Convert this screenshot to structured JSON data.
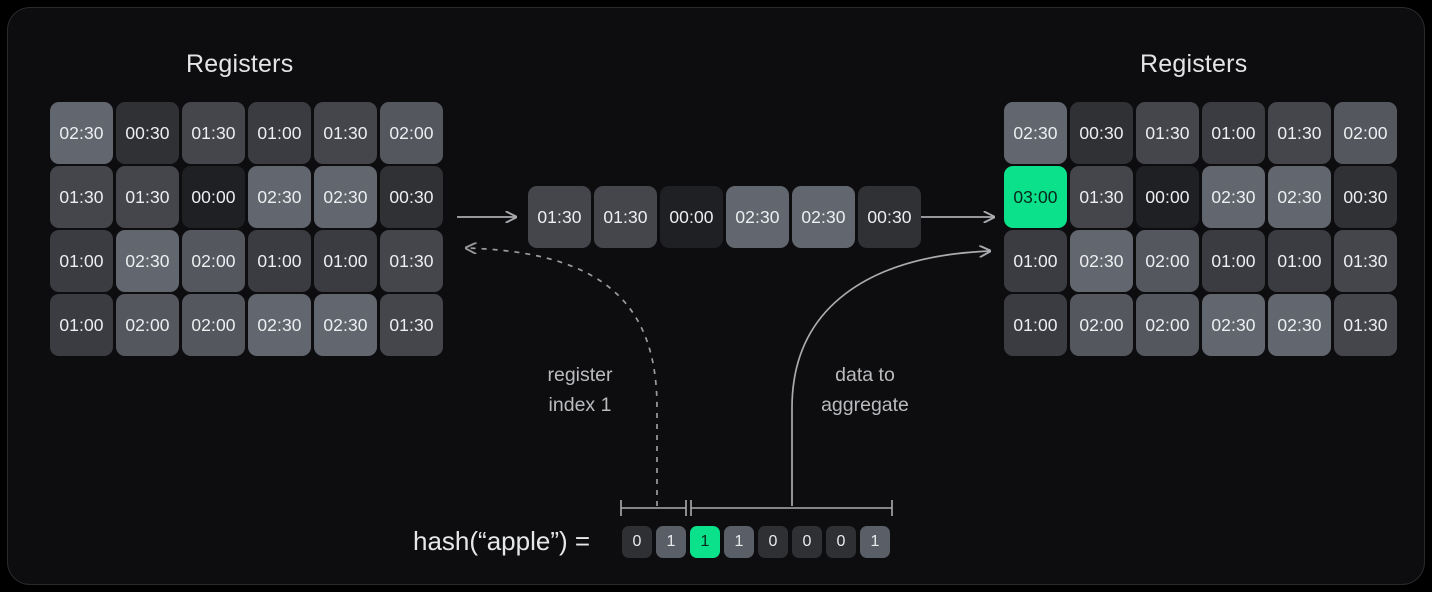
{
  "panel": {
    "background": "#0d0d0f",
    "accent": "#0be08a"
  },
  "left_registers": {
    "title": "Registers",
    "rows": [
      [
        "02:30",
        "00:30",
        "01:30",
        "01:00",
        "01:30",
        "02:00"
      ],
      [
        "01:30",
        "01:30",
        "00:00",
        "02:30",
        "02:30",
        "00:30"
      ],
      [
        "01:00",
        "02:30",
        "02:00",
        "01:00",
        "01:00",
        "01:30"
      ],
      [
        "01:00",
        "02:00",
        "02:00",
        "02:30",
        "02:30",
        "01:30"
      ]
    ]
  },
  "middle_strip": {
    "cells": [
      "01:30",
      "01:30",
      "00:00",
      "02:30",
      "02:30",
      "00:30"
    ],
    "highlighted_index": null
  },
  "right_registers": {
    "title": "Registers",
    "rows": [
      [
        "02:30",
        "00:30",
        "01:30",
        "01:00",
        "01:30",
        "02:00"
      ],
      [
        "03:00",
        "01:30",
        "00:00",
        "02:30",
        "02:30",
        "00:30"
      ],
      [
        "01:00",
        "02:30",
        "02:00",
        "01:00",
        "01:00",
        "01:30"
      ],
      [
        "01:00",
        "02:00",
        "02:00",
        "02:30",
        "02:30",
        "01:30"
      ]
    ],
    "highlighted_row": 1,
    "highlighted_col": 0,
    "highlighted_value": "03:00"
  },
  "hash": {
    "label": "hash(“apple”)  =",
    "bits": [
      "0",
      "1",
      "1",
      "1",
      "0",
      "0",
      "0",
      "1"
    ],
    "highlighted_bit_index": 2,
    "index_span_bits": 2,
    "data_span_bits": 6
  },
  "annotations": {
    "register_index": "register\nindex 1",
    "data_to_aggregate": "data to\naggregate"
  }
}
